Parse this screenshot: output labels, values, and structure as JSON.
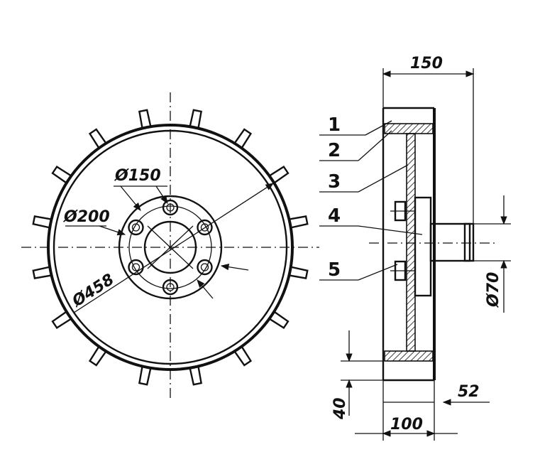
{
  "dimensions": {
    "hub_bolt_circle": "Ø150",
    "inner_circle": "Ø200",
    "outer_diameter": "Ø458",
    "total_width": "150",
    "shaft_diameter": "Ø70",
    "rim_width": "100",
    "shaft_length": "52",
    "lug_height": "40"
  },
  "part_labels": [
    "1",
    "2",
    "3",
    "4",
    "5"
  ],
  "colors": {
    "ink": "#111111",
    "paper": "#ffffff"
  }
}
